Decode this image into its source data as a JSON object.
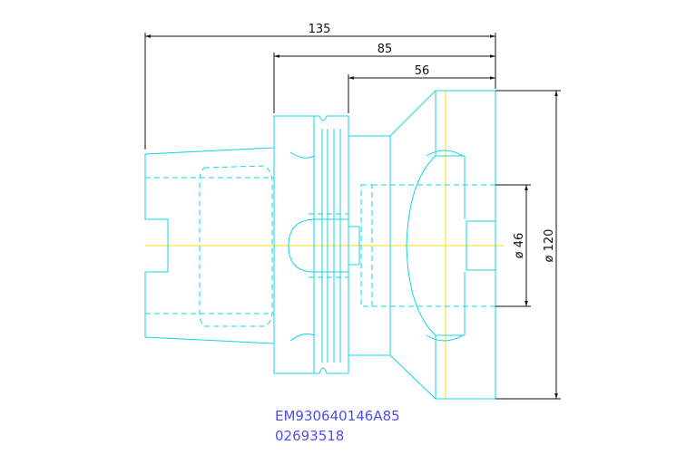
{
  "dimensions": {
    "overall_length": "135",
    "length_85": "85",
    "length_56": "56",
    "diameter_46": "ø 46",
    "diameter_120": "ø 120"
  },
  "part_info": {
    "part_number": "EM930640146A85",
    "serial": "02693518"
  },
  "colors": {
    "outline": "#14d4e6",
    "centerline": "#f0e000",
    "dimension": "#111111",
    "text_blue": "#4f4ff0"
  }
}
